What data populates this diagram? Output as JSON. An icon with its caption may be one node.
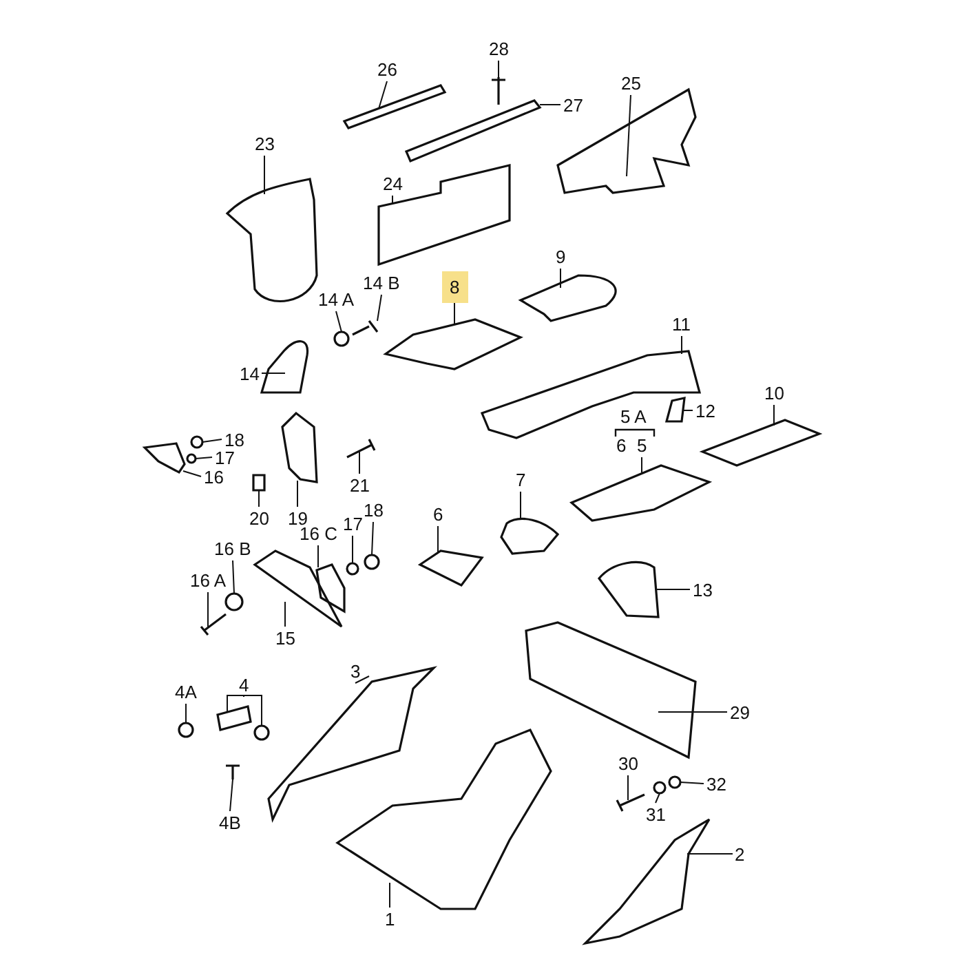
{
  "diagram": {
    "nodes": [
      {
        "text": [
          "28"
        ]
      },
      {
        "text": [
          "26"
        ]
      },
      {
        "text": [
          "25"
        ]
      },
      {
        "text": [
          "27"
        ]
      },
      {
        "text": [
          "23"
        ]
      },
      {
        "text": [
          "24"
        ]
      },
      {
        "text": [
          "9"
        ]
      },
      {
        "text": [
          "8"
        ]
      },
      {
        "text": [
          "14 B"
        ]
      },
      {
        "text": [
          "14 A"
        ]
      },
      {
        "text": [
          "11"
        ]
      },
      {
        "text": [
          "14"
        ]
      },
      {
        "text": [
          "10"
        ]
      },
      {
        "text": [
          "12"
        ]
      },
      {
        "text": [
          "5 A"
        ]
      },
      {
        "text": [
          "6"
        ]
      },
      {
        "text": [
          "5"
        ]
      },
      {
        "text": [
          "18"
        ]
      },
      {
        "text": [
          "17"
        ]
      },
      {
        "text": [
          "16"
        ]
      },
      {
        "text": [
          "21"
        ]
      },
      {
        "text": [
          "7"
        ]
      },
      {
        "text": [
          "20"
        ]
      },
      {
        "text": [
          "19"
        ]
      },
      {
        "text": [
          "6"
        ]
      },
      {
        "text": [
          "18"
        ]
      },
      {
        "text": [
          "16 B"
        ]
      },
      {
        "text": [
          "17"
        ]
      },
      {
        "text": [
          "16 C"
        ]
      },
      {
        "text": [
          "16 A"
        ]
      },
      {
        "text": [
          "13"
        ]
      },
      {
        "text": [
          "15"
        ]
      },
      {
        "text": [
          "3"
        ]
      },
      {
        "text": [
          "4"
        ]
      },
      {
        "text": [
          "4A"
        ]
      },
      {
        "text": [
          "29"
        ]
      },
      {
        "text": [
          "30"
        ]
      },
      {
        "text": [
          "32"
        ]
      },
      {
        "text": [
          "31"
        ]
      },
      {
        "text": [
          "4B"
        ]
      },
      {
        "text": [
          "2"
        ]
      },
      {
        "text": [
          "1"
        ]
      },
      {
        "text": [],
        "shape": "picture"
      },
      {
        "text": [],
        "shape": "picture"
      },
      {
        "text": [],
        "shape": "picture"
      },
      {
        "text": [],
        "shape": "picture"
      },
      {
        "text": [],
        "shape": "picture"
      },
      {
        "text": [],
        "shape": "picture"
      },
      {
        "text": [],
        "shape": "picture"
      },
      {
        "text": [],
        "shape": "picture"
      },
      {
        "text": [],
        "shape": "picture"
      },
      {
        "text": [],
        "shape": "circle"
      },
      {
        "text": [],
        "shape": "picture"
      },
      {
        "text": [],
        "shape": "picture"
      },
      {
        "text": [],
        "shape": "picture"
      },
      {
        "text": [],
        "shape": "picture"
      },
      {
        "text": [],
        "shape": "picture"
      },
      {
        "text": [],
        "shape": "circle"
      },
      {
        "text": [],
        "shape": "circle"
      },
      {
        "text": [],
        "shape": "picture"
      },
      {
        "text": [],
        "shape": "picture"
      },
      {
        "text": [],
        "shape": "picture"
      },
      {
        "text": [],
        "shape": "picture"
      },
      {
        "text": [],
        "shape": "picture"
      },
      {
        "text": [],
        "shape": "picture"
      },
      {
        "text": [],
        "shape": "circle"
      },
      {
        "text": [],
        "shape": "circle"
      },
      {
        "text": [],
        "shape": "circle"
      },
      {
        "text": [],
        "shape": "picture"
      },
      {
        "text": [],
        "shape": "picture"
      },
      {
        "text": [],
        "shape": "picture"
      },
      {
        "text": [],
        "shape": "picture"
      },
      {
        "text": [],
        "shape": "picture"
      },
      {
        "text": [],
        "shape": "picture"
      },
      {
        "text": [],
        "shape": "circle"
      },
      {
        "text": [],
        "shape": "picture"
      },
      {
        "text": [],
        "shape": "picture"
      },
      {
        "text": [],
        "shape": "circle"
      },
      {
        "text": [],
        "shape": "circle"
      },
      {
        "text": [],
        "shape": "picture"
      },
      {
        "text": [],
        "shape": "picture"
      },
      {
        "text": [],
        "shape": "picture"
      },
      {
        "text": [],
        "shape": "circle"
      }
    ],
    "edges": [
      {
        "from": 0,
        "to": 42,
        "arrow": "none"
      },
      {
        "from": 1,
        "to": 43,
        "arrow": "none"
      },
      {
        "from": 2,
        "to": 44,
        "arrow": "none"
      },
      {
        "from": 3,
        "to": 45,
        "arrow": "none"
      },
      {
        "from": 4,
        "to": 46,
        "arrow": "none"
      },
      {
        "from": 5,
        "to": 47,
        "arrow": "none"
      },
      {
        "from": 6,
        "to": 48,
        "arrow": "none"
      },
      {
        "from": 7,
        "to": 49,
        "arrow": "none"
      },
      {
        "from": 8,
        "to": 50,
        "arrow": "none"
      },
      {
        "from": 9,
        "to": 51,
        "arrow": "none"
      },
      {
        "from": 10,
        "to": 52,
        "arrow": "none"
      },
      {
        "from": 11,
        "to": 53,
        "arrow": "none"
      },
      {
        "from": 12,
        "to": 54,
        "arrow": "none"
      },
      {
        "from": 13,
        "to": 55,
        "arrow": "none"
      },
      {
        "from": 16,
        "to": 56,
        "arrow": "none"
      },
      {
        "from": 17,
        "to": 57,
        "arrow": "none"
      },
      {
        "from": 18,
        "to": 58,
        "arrow": "none"
      },
      {
        "from": 19,
        "to": 59,
        "arrow": "none"
      },
      {
        "from": 20,
        "to": 60,
        "arrow": "none"
      },
      {
        "from": 21,
        "to": 61,
        "arrow": "none"
      },
      {
        "from": 22,
        "to": 62,
        "arrow": "none"
      },
      {
        "from": 23,
        "to": 63,
        "arrow": "none"
      },
      {
        "from": 24,
        "to": 64,
        "arrow": "none"
      },
      {
        "from": 25,
        "to": 65,
        "arrow": "none"
      },
      {
        "from": 26,
        "to": 66,
        "arrow": "none"
      },
      {
        "from": 27,
        "to": 67,
        "arrow": "none"
      },
      {
        "from": 28,
        "to": 68,
        "arrow": "none"
      },
      {
        "from": 29,
        "to": 69,
        "arrow": "none"
      },
      {
        "from": 30,
        "to": 70,
        "arrow": "none"
      },
      {
        "from": 31,
        "to": 71,
        "arrow": "none"
      },
      {
        "from": 32,
        "to": 72,
        "arrow": "none"
      },
      {
        "from": 33,
        "to": 73,
        "arrow": "none"
      },
      {
        "from": 33,
        "to": 74,
        "arrow": "none"
      },
      {
        "from": 35,
        "to": 75,
        "arrow": "none"
      },
      {
        "from": 36,
        "to": 76,
        "arrow": "none"
      },
      {
        "from": 37,
        "to": 77,
        "arrow": "none"
      },
      {
        "from": 38,
        "to": 78,
        "arrow": "none"
      },
      {
        "from": 39,
        "to": 79,
        "arrow": "none"
      },
      {
        "from": 40,
        "to": 80,
        "arrow": "none"
      },
      {
        "from": 41,
        "to": 81,
        "arrow": "none"
      },
      {
        "from": 34,
        "to": 82,
        "arrow": "none"
      }
    ]
  }
}
